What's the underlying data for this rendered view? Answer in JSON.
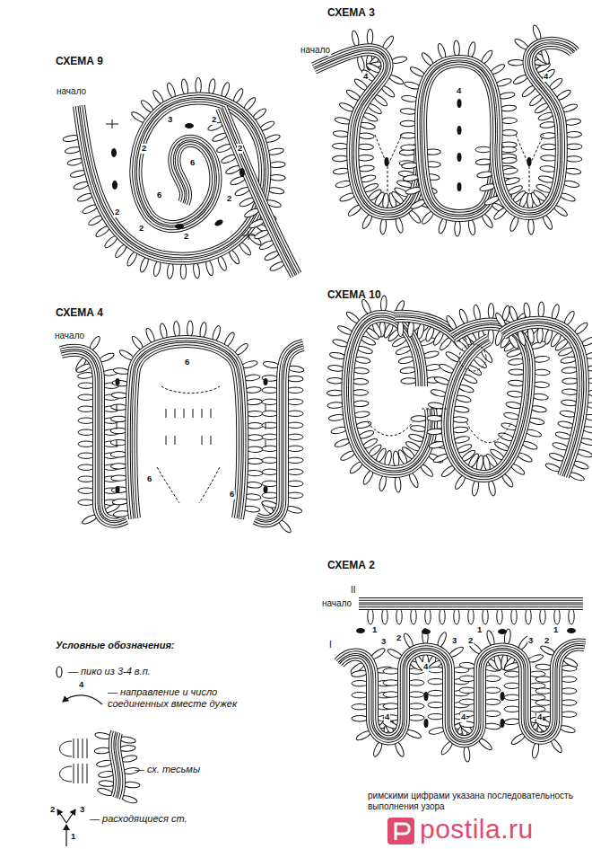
{
  "diagram": {
    "caption": "римскими цифрами указана последовательность выполнения узора",
    "labels": [
      "СХЕМА 9",
      "начало",
      "3",
      "2",
      "2",
      "2",
      "6",
      "6",
      "2",
      "2",
      "2",
      "2",
      "СХЕМА 3",
      "начало",
      "4",
      "4",
      "4",
      "СХЕМА 4",
      "начало",
      "6",
      "6",
      "6",
      "СХЕМА 10",
      "СХЕМА 2",
      "II",
      "начало",
      "I",
      "1",
      "3",
      "2",
      "3",
      "2",
      "1",
      "3",
      "2",
      "1",
      "4",
      "4",
      "4",
      "4",
      "Условные обозначения:",
      "4",
      "1",
      "2",
      "3",
      "postila.ru"
    ],
    "legend": [
      {
        "text": "— пико из 3-4 в.п."
      },
      {
        "text": "— направление и число соединенных вместе дужек"
      },
      {
        "text": "— сх. тесьмы"
      },
      {
        "text": "— расходящиеся ст."
      }
    ]
  }
}
